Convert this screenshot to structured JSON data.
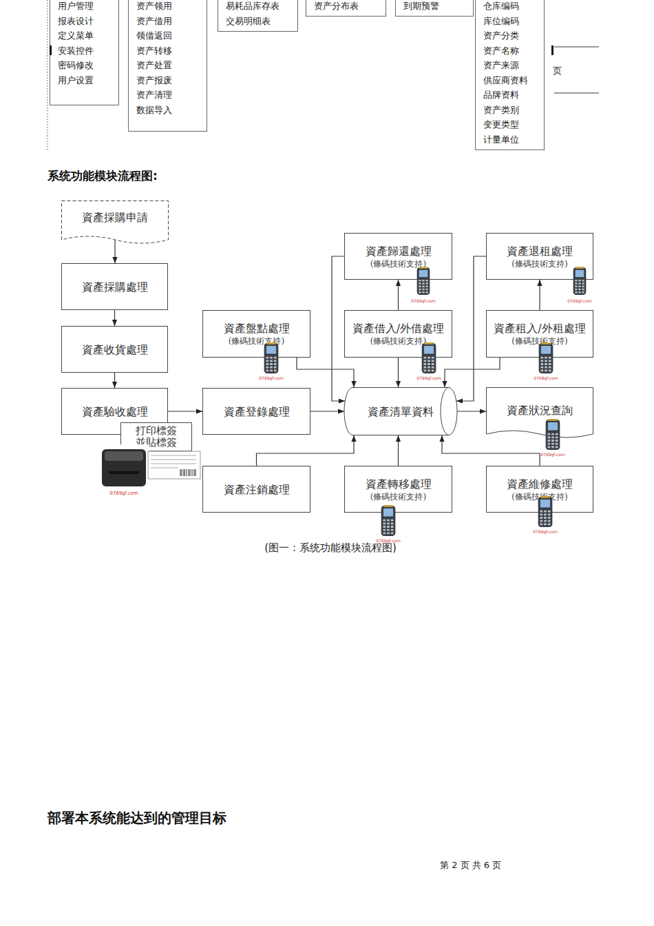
{
  "diagram": {
    "title": "系统功能模块流程图:",
    "caption": "(图一：系统功能模块流程图)",
    "nodes": [
      {
        "text": [
          "用户管理",
          "报表设计",
          "定义菜单",
          "安装控件",
          "密码修改",
          "用户设置"
        ]
      },
      {
        "text": [
          "资产领用",
          "资产借用",
          "领借返回",
          "资产转移",
          "资产处置",
          "资产报废",
          "资产清理",
          "数据导入"
        ]
      },
      {
        "text": [
          "易耗品库存表",
          "交易明细表"
        ]
      },
      {
        "text": [
          "资产分布表"
        ]
      },
      {
        "text": [
          "到期预警"
        ]
      },
      {
        "text": [
          "仓库编码",
          "库位编码",
          "资产分类",
          "资产名称",
          "资产来源",
          "供应商资料",
          "品牌资料",
          "资产类别",
          "变更类型",
          "计量单位"
        ]
      },
      {
        "text": [
          "資產採購申請"
        ]
      },
      {
        "text": [
          "資產採購處理"
        ]
      },
      {
        "text": [
          "資產收貨處理"
        ]
      },
      {
        "text": [
          "資產驗收處理"
        ]
      },
      {
        "text": [
          "打印標簽 並貼標簽"
        ]
      },
      {
        "text": [
          "資產盤點處理",
          "(條碼技術支持)"
        ]
      },
      {
        "text": [
          "資產登錄處理"
        ]
      },
      {
        "text": [
          "資產注銷處理"
        ]
      },
      {
        "text": [
          "資產歸還處理",
          "(條碼技術支持)"
        ]
      },
      {
        "text": [
          "資產借入/外借處理",
          "(條碼技術支持)"
        ]
      },
      {
        "text": [
          "資產清單資料"
        ]
      },
      {
        "text": [
          "資產轉移處理",
          "(條碼技術支持)"
        ]
      },
      {
        "text": [
          "資產退租處理",
          "(條碼技術支持)"
        ]
      },
      {
        "text": [
          "資產租入/外租處理",
          "(條碼技術支持)"
        ]
      },
      {
        "text": [
          "資產狀況查詢"
        ]
      },
      {
        "text": [
          "資產維修處理",
          "(條碼技術支持)"
        ]
      }
    ],
    "edges": [
      {
        "from": 6,
        "to": 7,
        "arrow": "to"
      },
      {
        "from": 7,
        "to": 8,
        "arrow": "to"
      },
      {
        "from": 8,
        "to": 9,
        "arrow": "to"
      },
      {
        "from": 9,
        "to": 12,
        "arrow": "to"
      },
      {
        "from": 12,
        "to": 16,
        "arrow": "to"
      },
      {
        "from": 11,
        "to": 16,
        "arrow": "to"
      },
      {
        "from": 15,
        "to": 16,
        "arrow": "to"
      },
      {
        "from": 15,
        "to": 14,
        "arrow": "to"
      },
      {
        "from": 19,
        "to": 18,
        "arrow": "to"
      },
      {
        "from": 19,
        "to": 16,
        "arrow": "to"
      },
      {
        "from": 14,
        "to": 16,
        "arrow": "to"
      },
      {
        "from": 18,
        "to": 16,
        "arrow": "to"
      },
      {
        "from": 13,
        "to": 16,
        "arrow": "to"
      },
      {
        "from": 17,
        "to": 16,
        "arrow": "to"
      },
      {
        "from": 21,
        "to": 16,
        "arrow": "to"
      },
      {
        "from": 16,
        "to": 20,
        "arrow": "to"
      }
    ],
    "labels": [
      "页",
      "0769gf.com",
      "0769gf.com",
      "0769gf.com",
      "0769gf.com",
      "0769gf.com",
      "0769gf.com",
      "0769gf.com",
      "0769gf.com",
      "0769gf.com",
      "部署本系统能达到的管理目标",
      "第 2 页 共 6 页"
    ]
  }
}
